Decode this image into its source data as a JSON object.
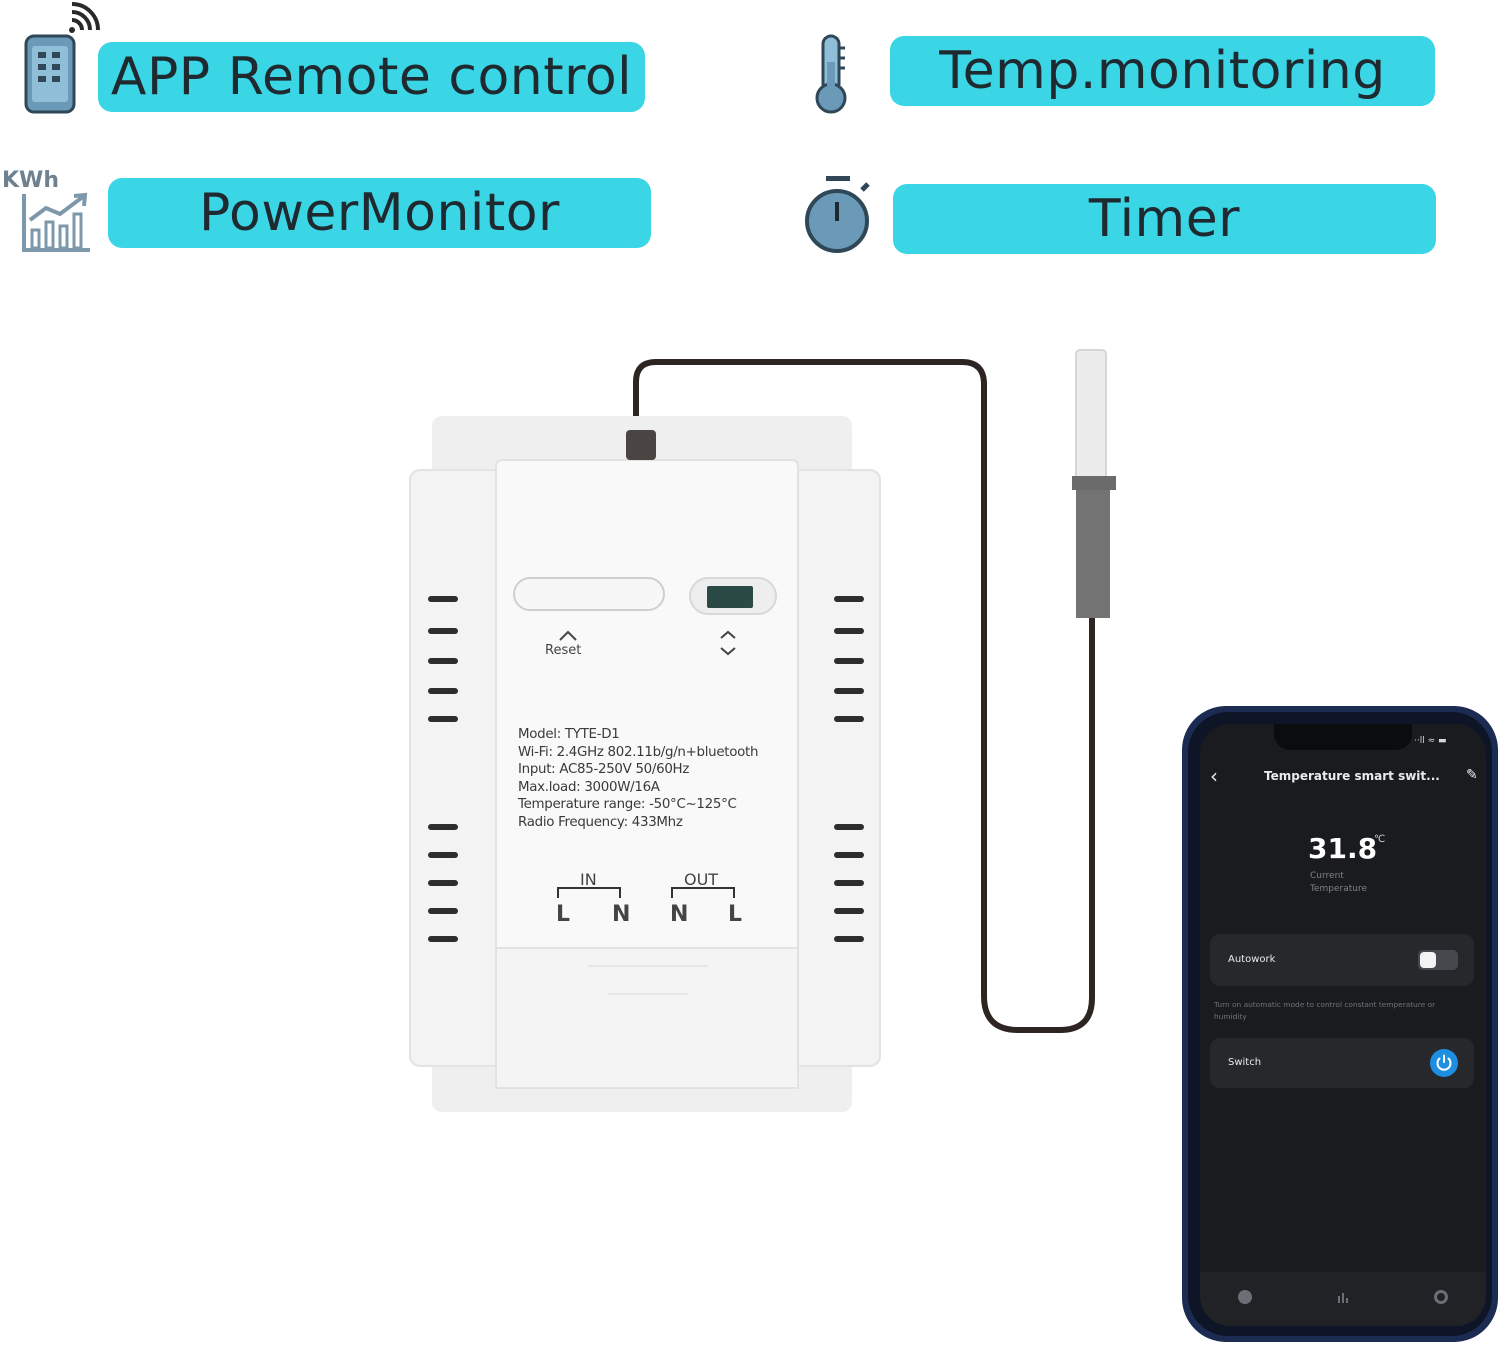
{
  "features": [
    {
      "label": "APP Remote control",
      "icon": "phone-wifi-icon"
    },
    {
      "label": "Temp.monitoring",
      "icon": "thermometer-icon"
    },
    {
      "label": "PowerMonitor",
      "icon": "kwh-chart-icon",
      "icon_text": "KWh"
    },
    {
      "label": "Timer",
      "icon": "stopwatch-icon"
    }
  ],
  "device": {
    "reset_label": "Reset",
    "specs": [
      "Model: TYTE-D1",
      "Wi-Fi: 2.4GHz 802.11b/g/n+bluetooth",
      "Input: AC85-250V 50/60Hz",
      "Max.load: 3000W/16A",
      "Temperature range: -50°C~125°C",
      "Radio Frequency: 433Mhz"
    ],
    "in_label": "IN",
    "out_label": "OUT",
    "terminals": [
      "L",
      "N",
      "N",
      "L"
    ]
  },
  "app": {
    "status_bar": "··ll ≈ ▬",
    "title": "Temperature smart  swit...",
    "temperature": "31.8",
    "unit": "℃",
    "temp_caption_1": "Current",
    "temp_caption_2": "Temperature",
    "autowork_label": "Autowork",
    "autowork_desc_1": "Turn on automatic mode to control constant temperature or",
    "autowork_desc_2": "humidity",
    "switch_label": "Switch",
    "colors": {
      "screen_bg": "#1a1b1e",
      "card_bg": "#26282c",
      "power_blue": "#1e8fe0",
      "pill": "#3ad6e6"
    }
  }
}
